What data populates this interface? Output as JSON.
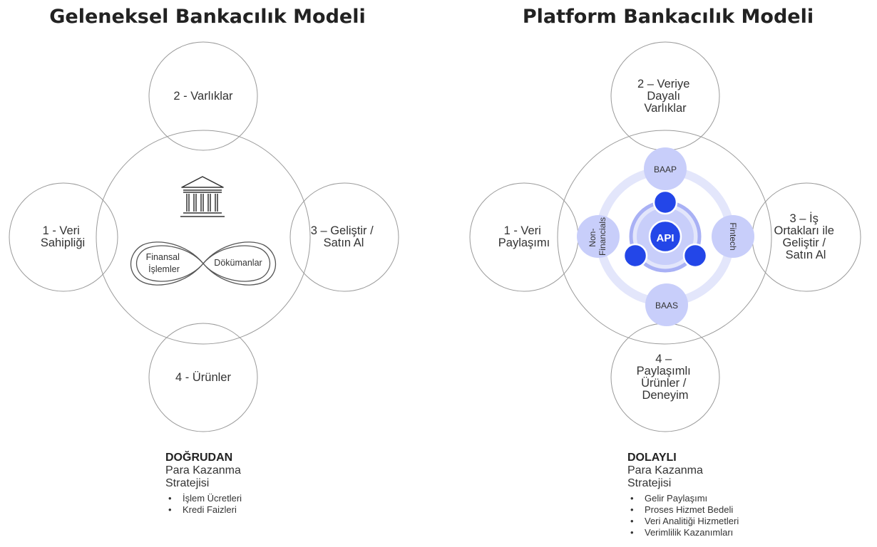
{
  "traditional": {
    "title": "Geleneksel Bankacılık Modeli",
    "nodes": {
      "assets": "2 - Varlıklar",
      "data": [
        "1 - Veri",
        "Sahipliği"
      ],
      "build": [
        "3 – Geliştir /",
        "Satın Al"
      ],
      "products": "4 - Ürünler"
    },
    "infinity": {
      "left": [
        "Finansal",
        "İşlemler"
      ],
      "right": "Dökümanlar"
    },
    "icons": [
      "bank-building-icon",
      "infinity-icon"
    ],
    "strategy": {
      "heading": "DOĞRUDAN",
      "subtitle": [
        "Para Kazanma",
        "Stratejisi"
      ],
      "items": [
        "İşlem Ücretleri",
        "Kredi Faizleri"
      ]
    }
  },
  "platform": {
    "title": "Platform Bankacılık Modeli",
    "nodes": {
      "assets": [
        "2 – Veriye",
        "Dayalı",
        "Varlıklar"
      ],
      "data": [
        "1 - Veri",
        "Paylaşımı"
      ],
      "partners": [
        "3 – İş",
        "Ortakları ile",
        "Geliştir /",
        "Satın Al"
      ],
      "products": [
        "4 –",
        "Paylaşımlı",
        "Ürünler /",
        "Deneyim"
      ]
    },
    "hub": {
      "center": "API",
      "top": "BAAP",
      "bottom": "BAAS",
      "left": [
        "Non-",
        "Financials"
      ],
      "right": "Fintech"
    },
    "strategy": {
      "heading": "DOLAYLI",
      "subtitle": [
        "Para Kazanma",
        "Stratejisi"
      ],
      "items": [
        "Gelir Paylaşımı",
        "Proses Hizmet Bedeli",
        "Veri Analitiği Hizmetleri",
        "Verimlilik Kazanımları"
      ]
    }
  },
  "colors": {
    "outline": "#9a9a9a",
    "hub_light": "#e3e6fb",
    "hub_node": "#c8cefa",
    "hub_ring": "#a9b1f5",
    "accent_blue": "#2346e8",
    "text": "#333333"
  }
}
